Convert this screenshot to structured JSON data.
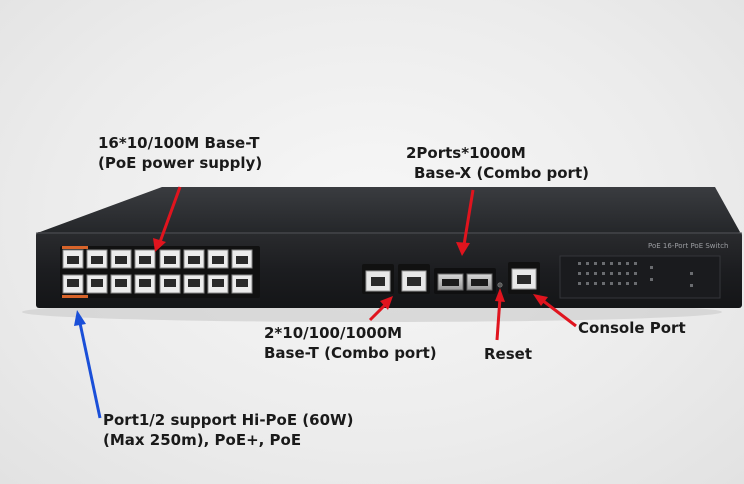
{
  "labels": {
    "poe_ports_line1": "16*10/100M Base-T",
    "poe_ports_line2": "(PoE power supply)",
    "sfp_line1": "2Ports*1000M",
    "sfp_line2": "Base-X (Combo port)",
    "combo_line1": "2*10/100/1000M",
    "combo_line2": "Base-T (Combo port)",
    "reset": "Reset",
    "console": "Console Port",
    "hipoe_line1": "Port1/2 support Hi-PoE (60W)",
    "hipoe_line2": "(Max 250m), PoE+, PoE"
  },
  "device": {
    "front_panel_text": "PoE 16-Port PoE Switch"
  },
  "colors": {
    "arrow_red": "#e0141e",
    "arrow_blue": "#1a4fd8",
    "chassis": "#1e1f22",
    "port_orange": "#d8642a"
  }
}
